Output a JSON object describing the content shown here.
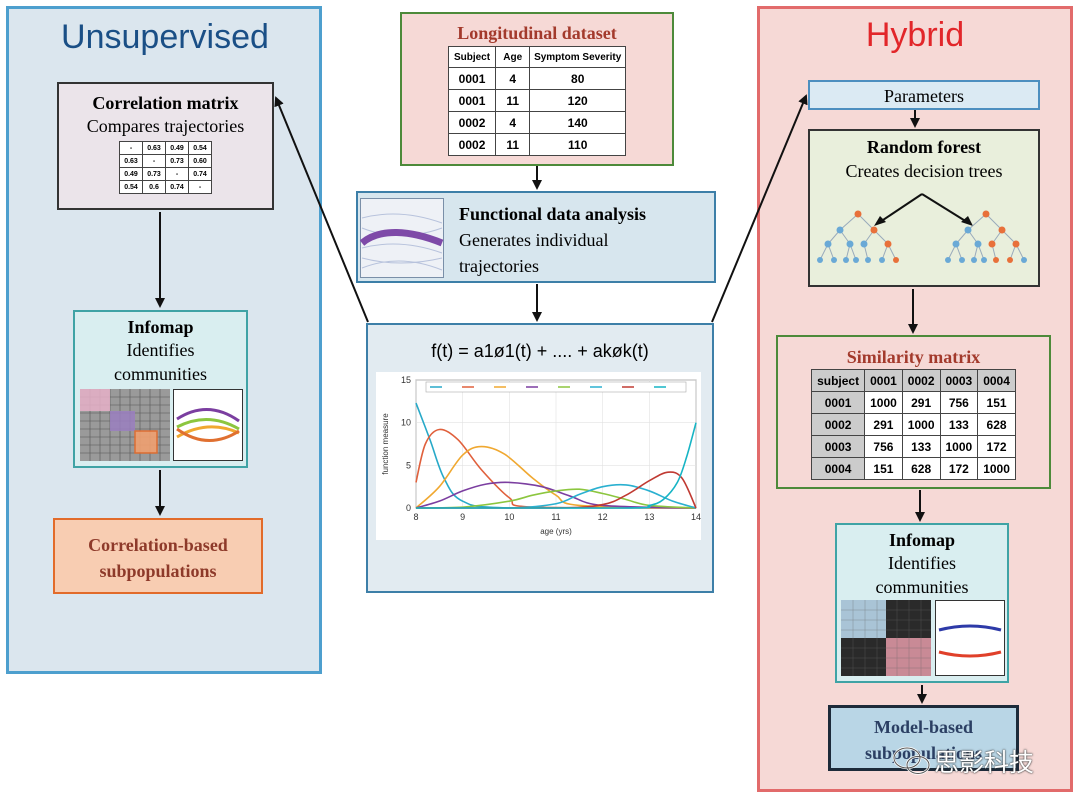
{
  "unsupervised": {
    "title": "Unsupervised",
    "correlation": {
      "title": "Correlation matrix",
      "subtitle": "Compares trajectories",
      "rows": [
        [
          "-",
          "0.63",
          "0.49",
          "0.54"
        ],
        [
          "0.63",
          "-",
          "0.73",
          "0.60"
        ],
        [
          "0.49",
          "0.73",
          "-",
          "0.74"
        ],
        [
          "0.54",
          "0.6",
          "0.74",
          "-"
        ]
      ]
    },
    "infomap": {
      "title": "Infomap",
      "line1": "Identifies",
      "line2": "communities"
    },
    "result": {
      "line1": "Correlation-based",
      "line2": "subpopulations"
    }
  },
  "center": {
    "dataset": {
      "title": "Longitudinal  dataset",
      "headers": [
        "Subject",
        "Age",
        "Symptom Severity"
      ],
      "rows": [
        [
          "0001",
          "4",
          "80"
        ],
        [
          "0001",
          "11",
          "120"
        ],
        [
          "0002",
          "4",
          "140"
        ],
        [
          "0002",
          "11",
          "110"
        ]
      ]
    },
    "fda": {
      "title": "Functional data analysis",
      "line1": "Generates individual",
      "line2": "trajectories"
    },
    "formula": "f(t) = a1ø1(t) + .... + akøk(t)",
    "plot": {
      "ylabel": "function measure",
      "xlabel": "age (yrs)"
    }
  },
  "chart_data": {
    "type": "line",
    "xlabel": "age (yrs)",
    "ylabel": "function measure",
    "xlim": [
      8,
      14
    ],
    "ylim": [
      0,
      15
    ],
    "xticks": [
      "8",
      "9",
      "10",
      "11",
      "12",
      "13",
      "14"
    ],
    "yticks": [
      "0",
      "5",
      "10",
      "15"
    ],
    "legend_position": "top",
    "series": [
      {
        "color": "#27a9c8",
        "x": [
          8,
          8.3,
          8.6,
          9,
          10,
          14
        ],
        "y": [
          12.3,
          8,
          3.5,
          0.8,
          0,
          0
        ]
      },
      {
        "color": "#e0603c",
        "x": [
          8,
          8.2,
          8.5,
          8.9,
          9.4,
          10,
          10.5,
          14
        ],
        "y": [
          3,
          7.5,
          9.2,
          8,
          4.5,
          1.2,
          0.1,
          0
        ]
      },
      {
        "color": "#f0a830",
        "x": [
          8,
          8.5,
          9,
          9.4,
          9.9,
          10.5,
          11,
          11.5,
          14
        ],
        "y": [
          0,
          2.5,
          6.2,
          7.2,
          6.3,
          3.5,
          1.5,
          0.3,
          0
        ]
      },
      {
        "color": "#7b3ea0",
        "x": [
          8,
          8.5,
          9,
          9.5,
          10,
          10.7,
          11.3,
          12,
          14
        ],
        "y": [
          0,
          0.8,
          2,
          2.8,
          3,
          2.5,
          1.4,
          0.3,
          0
        ]
      },
      {
        "color": "#8cc63f",
        "x": [
          8,
          9,
          10,
          10.5,
          11,
          11.5,
          12,
          12.5,
          13,
          14
        ],
        "y": [
          0,
          0.1,
          0.8,
          1.5,
          2,
          2.2,
          1.7,
          1,
          0.3,
          0
        ]
      },
      {
        "color": "#2ab0d0",
        "x": [
          8,
          10,
          11,
          11.5,
          12,
          12.5,
          13,
          13.5,
          14
        ],
        "y": [
          0,
          0,
          0.5,
          1.6,
          2.5,
          2.7,
          2,
          0.8,
          0
        ]
      },
      {
        "color": "#c03a32",
        "x": [
          8,
          11,
          12,
          12.5,
          13,
          13.4,
          13.7,
          14
        ],
        "y": [
          0,
          0,
          0.4,
          1.5,
          3.2,
          4.2,
          3.5,
          0
        ]
      },
      {
        "color": "#16b4c4",
        "x": [
          8,
          12.5,
          13,
          13.3,
          13.6,
          13.8,
          14
        ],
        "y": [
          0,
          0,
          0.3,
          1,
          3,
          6,
          10
        ]
      }
    ]
  },
  "hybrid": {
    "title": "Hybrid",
    "parameters": "Parameters",
    "forest": {
      "title": "Random forest",
      "subtitle": "Creates decision trees"
    },
    "similarity": {
      "title": "Similarity matrix",
      "headers": [
        "subject",
        "0001",
        "0002",
        "0003",
        "0004"
      ],
      "rows": [
        [
          "0001",
          "1000",
          "291",
          "756",
          "151"
        ],
        [
          "0002",
          "291",
          "1000",
          "133",
          "628"
        ],
        [
          "0003",
          "756",
          "133",
          "1000",
          "172"
        ],
        [
          "0004",
          "151",
          "628",
          "172",
          "1000"
        ]
      ]
    },
    "infomap": {
      "title": "Infomap",
      "line1": "Identifies",
      "line2": "communities"
    },
    "result": {
      "line1": "Model-based",
      "line2": "subpopulations"
    }
  },
  "watermark": "思影科技"
}
